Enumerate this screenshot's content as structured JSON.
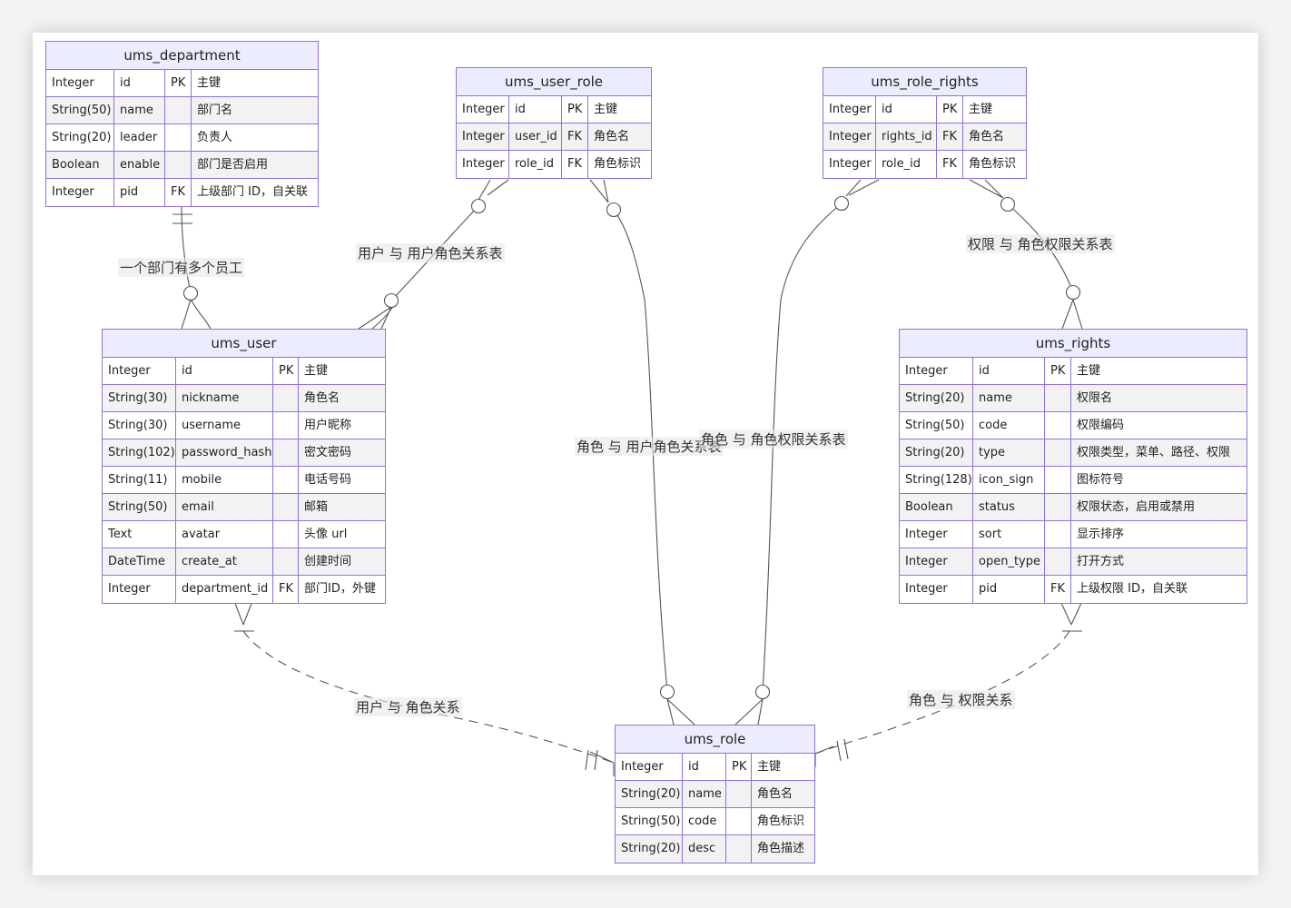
{
  "entities": [
    {
      "name": "ums_department",
      "columns": [
        [
          "Integer",
          "id",
          "PK",
          "主键"
        ],
        [
          "String(50)",
          "name",
          "",
          "部门名"
        ],
        [
          "String(20)",
          "leader",
          "",
          "负责人"
        ],
        [
          "Boolean",
          "enable",
          "",
          "部门是否启用"
        ],
        [
          "Integer",
          "pid",
          "FK",
          "上级部门 ID，自关联"
        ]
      ]
    },
    {
      "name": "ums_user_role",
      "columns": [
        [
          "Integer",
          "id",
          "PK",
          "主键"
        ],
        [
          "Integer",
          "user_id",
          "FK",
          "角色名"
        ],
        [
          "Integer",
          "role_id",
          "FK",
          "角色标识"
        ]
      ]
    },
    {
      "name": "ums_role_rights",
      "columns": [
        [
          "Integer",
          "id",
          "PK",
          "主键"
        ],
        [
          "Integer",
          "rights_id",
          "FK",
          "角色名"
        ],
        [
          "Integer",
          "role_id",
          "FK",
          "角色标识"
        ]
      ]
    },
    {
      "name": "ums_user",
      "columns": [
        [
          "Integer",
          "id",
          "PK",
          "主键"
        ],
        [
          "String(30)",
          "nickname",
          "",
          "角色名"
        ],
        [
          "String(30)",
          "username",
          "",
          "用户昵称"
        ],
        [
          "String(102)",
          "password_hash",
          "",
          "密文密码"
        ],
        [
          "String(11)",
          "mobile",
          "",
          "电话号码"
        ],
        [
          "String(50)",
          "email",
          "",
          "邮箱"
        ],
        [
          "Text",
          "avatar",
          "",
          "头像 url"
        ],
        [
          "DateTime",
          "create_at",
          "",
          "创建时间"
        ],
        [
          "Integer",
          "department_id",
          "FK",
          "部门ID，外键"
        ]
      ]
    },
    {
      "name": "ums_rights",
      "columns": [
        [
          "Integer",
          "id",
          "PK",
          "主键"
        ],
        [
          "String(20)",
          "name",
          "",
          "权限名"
        ],
        [
          "String(50)",
          "code",
          "",
          "权限编码"
        ],
        [
          "String(20)",
          "type",
          "",
          "权限类型，菜单、路径、权限"
        ],
        [
          "String(128)",
          "icon_sign",
          "",
          "图标符号"
        ],
        [
          "Boolean",
          "status",
          "",
          "权限状态，启用或禁用"
        ],
        [
          "Integer",
          "sort",
          "",
          "显示排序"
        ],
        [
          "Integer",
          "open_type",
          "",
          "打开方式"
        ],
        [
          "Integer",
          "pid",
          "FK",
          "上级权限 ID，自关联"
        ]
      ]
    },
    {
      "name": "ums_role",
      "columns": [
        [
          "Integer",
          "id",
          "PK",
          "主键"
        ],
        [
          "String(20)",
          "name",
          "",
          "角色名"
        ],
        [
          "String(50)",
          "code",
          "",
          "角色标识"
        ],
        [
          "String(20)",
          "desc",
          "",
          "角色描述"
        ]
      ]
    }
  ],
  "relationships": [
    {
      "label": "一个部门有多个员工"
    },
    {
      "label": "用户 与 用户角色关系表"
    },
    {
      "label": "角色 与 用户角色关系表"
    },
    {
      "label": "角色 与 角色权限关系表"
    },
    {
      "label": "权限 与 角色权限关系表"
    },
    {
      "label": "用户 与 角色关系"
    },
    {
      "label": "角色 与 权限关系"
    }
  ],
  "colors": {
    "border": "#9370db",
    "header": "#ececff",
    "line": "#555555"
  }
}
